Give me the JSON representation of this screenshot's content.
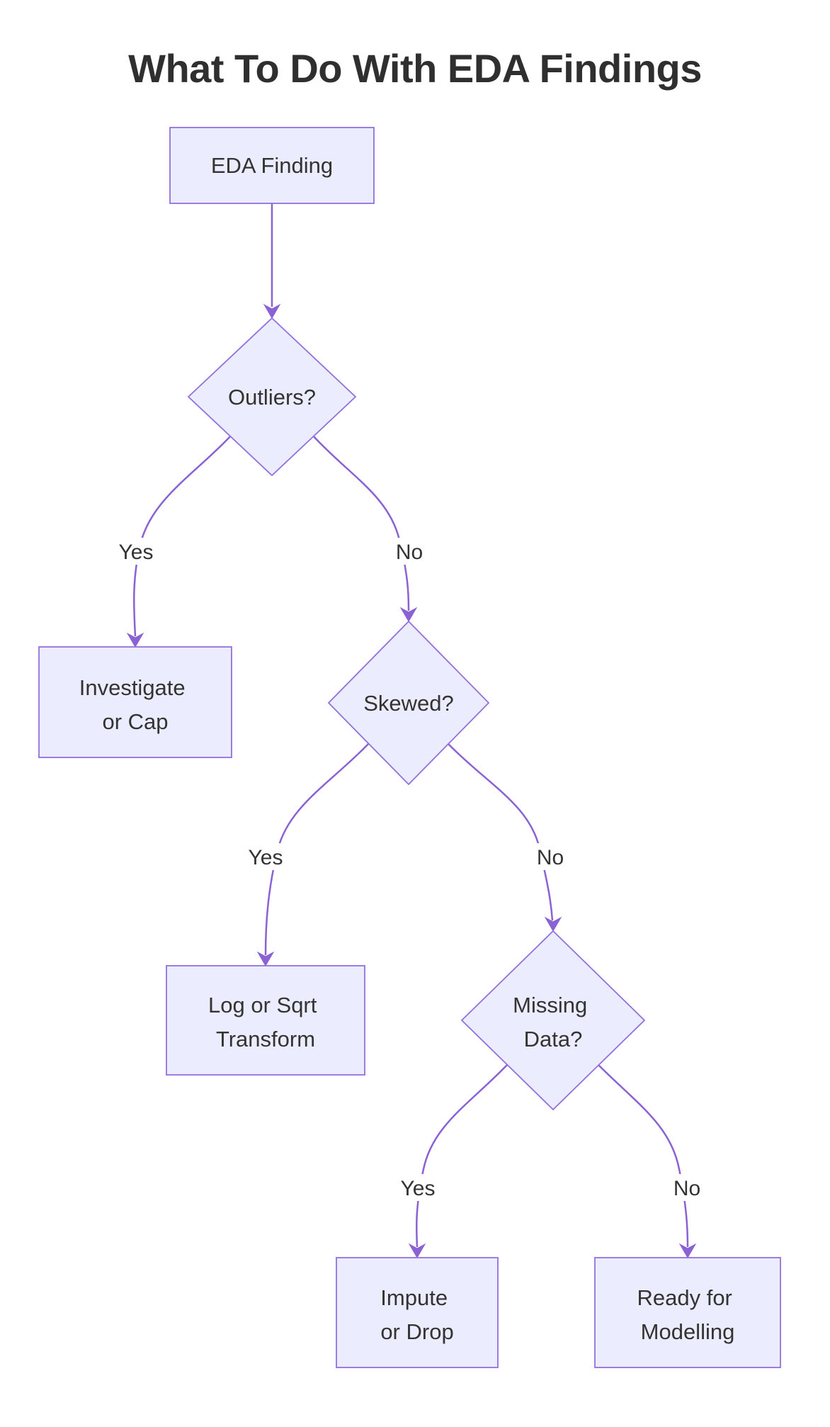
{
  "title": "What To Do With EDA Findings",
  "colors": {
    "background": "#FFFFFF",
    "node_fill": "#ECECFF",
    "node_border": "#9370DB",
    "edge": "#8A62D4",
    "text": "#333333",
    "title_text": "#2F2F2F",
    "label_bg": "#FFFFFF"
  },
  "nodes": {
    "eda": {
      "label": "EDA Finding"
    },
    "outliers": {
      "label": "Outliers?"
    },
    "investigate": {
      "line1": "Investigate",
      "line2": "or Cap"
    },
    "skewed": {
      "label": "Skewed?"
    },
    "log": {
      "line1": "Log or Sqrt",
      "line2": "Transform"
    },
    "missing": {
      "line1": "Missing",
      "line2": "Data?"
    },
    "impute": {
      "line1": "Impute",
      "line2": "or Drop"
    },
    "ready": {
      "line1": "Ready for",
      "line2": "Modelling"
    }
  },
  "edges": {
    "outliers_yes": "Yes",
    "outliers_no": "No",
    "skewed_yes": "Yes",
    "skewed_no": "No",
    "missing_yes": "Yes",
    "missing_no": "No"
  }
}
